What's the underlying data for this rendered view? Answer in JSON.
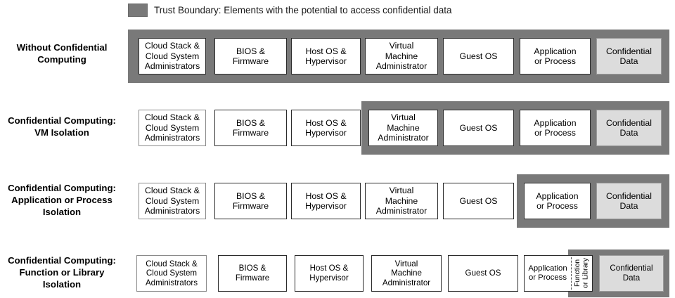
{
  "legend": {
    "swatch_name": "trust-boundary-swatch",
    "swatch_color": "#797979",
    "text": "Trust Boundary: Elements with the potential to access confidential data"
  },
  "colors": {
    "trust_boundary": "#797979",
    "confidential_data_fill": "#dcdcdc",
    "element_fill": "#ffffff",
    "outline": "#2b2b2b"
  },
  "elements": {
    "cloud_admins": "Cloud Stack &\nCloud System\nAdministrators",
    "bios": "BIOS &\nFirmware",
    "host_os": "Host OS &\nHypervisor",
    "vm_admin": "Virtual\nMachine\nAdministrator",
    "guest_os": "Guest OS",
    "app_process": "Application\nor Process",
    "function_library": "Function\nor Library",
    "confidential_data": "Confidential\nData"
  },
  "rows": [
    {
      "id": "without-confidential-computing",
      "label": "Without\nConfidential Computing",
      "trust_boundary_starts_at": "cloud_admins",
      "cells": [
        "cloud_admins",
        "bios",
        "host_os",
        "vm_admin",
        "guest_os",
        "app_process",
        "confidential_data"
      ]
    },
    {
      "id": "vm-isolation",
      "label": "Confidential Computing:\nVM Isolation",
      "trust_boundary_starts_at": "vm_admin",
      "cells": [
        "cloud_admins",
        "bios",
        "host_os",
        "vm_admin",
        "guest_os",
        "app_process",
        "confidential_data"
      ]
    },
    {
      "id": "application-or-process-isolation",
      "label": "Confidential Computing:\nApplication or Process\nIsolation",
      "trust_boundary_starts_at": "app_process",
      "cells": [
        "cloud_admins",
        "bios",
        "host_os",
        "vm_admin",
        "guest_os",
        "app_process",
        "confidential_data"
      ]
    },
    {
      "id": "function-or-library-isolation",
      "label": "Confidential Computing:\nFunction or Library\nIsolation",
      "trust_boundary_starts_at": "function_library",
      "cells": [
        "cloud_admins",
        "bios",
        "host_os",
        "vm_admin",
        "guest_os",
        "app_process",
        "function_library",
        "confidential_data"
      ]
    }
  ]
}
